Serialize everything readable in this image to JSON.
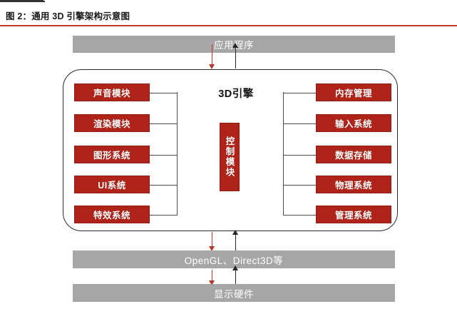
{
  "caption": {
    "text": "图 2：通用 3D 引擎架构示意图",
    "rule_color": "#c0392b"
  },
  "colors": {
    "module_red": "#af2318",
    "layer_gray": "#a6a6a6",
    "arrow_red": "#b5382c",
    "arrow_black": "#262626",
    "connector": "#4a4a4a",
    "container_border": "#2b2b2b"
  },
  "diagram": {
    "type": "block-architecture",
    "layers": {
      "application": "应用程序",
      "api": "OpenGL、Direct3D等",
      "hardware": "显示硬件"
    },
    "engine": {
      "title": "3D引擎",
      "control_module": "控制模块",
      "left_modules": [
        "声音模块",
        "渲染模块",
        "图形系统",
        "UI系统",
        "特效系统"
      ],
      "right_modules": [
        "内存管理",
        "输入系统",
        "数据存储",
        "物理系统",
        "管理系统"
      ]
    },
    "flows": [
      {
        "from": "应用程序",
        "to": "3D引擎",
        "direction": "down",
        "color": "#b5382c"
      },
      {
        "from": "3D引擎",
        "to": "应用程序",
        "direction": "up",
        "color": "#262626"
      },
      {
        "from": "3D引擎",
        "to": "OpenGL、Direct3D等",
        "direction": "down",
        "color": "#b5382c"
      },
      {
        "from": "OpenGL、Direct3D等",
        "to": "3D引擎",
        "direction": "up",
        "color": "#262626"
      },
      {
        "from": "OpenGL、Direct3D等",
        "to": "显示硬件",
        "direction": "down",
        "color": "#b5382c"
      },
      {
        "from": "显示硬件",
        "to": "OpenGL、Direct3D等",
        "direction": "up",
        "color": "#262626"
      }
    ]
  }
}
